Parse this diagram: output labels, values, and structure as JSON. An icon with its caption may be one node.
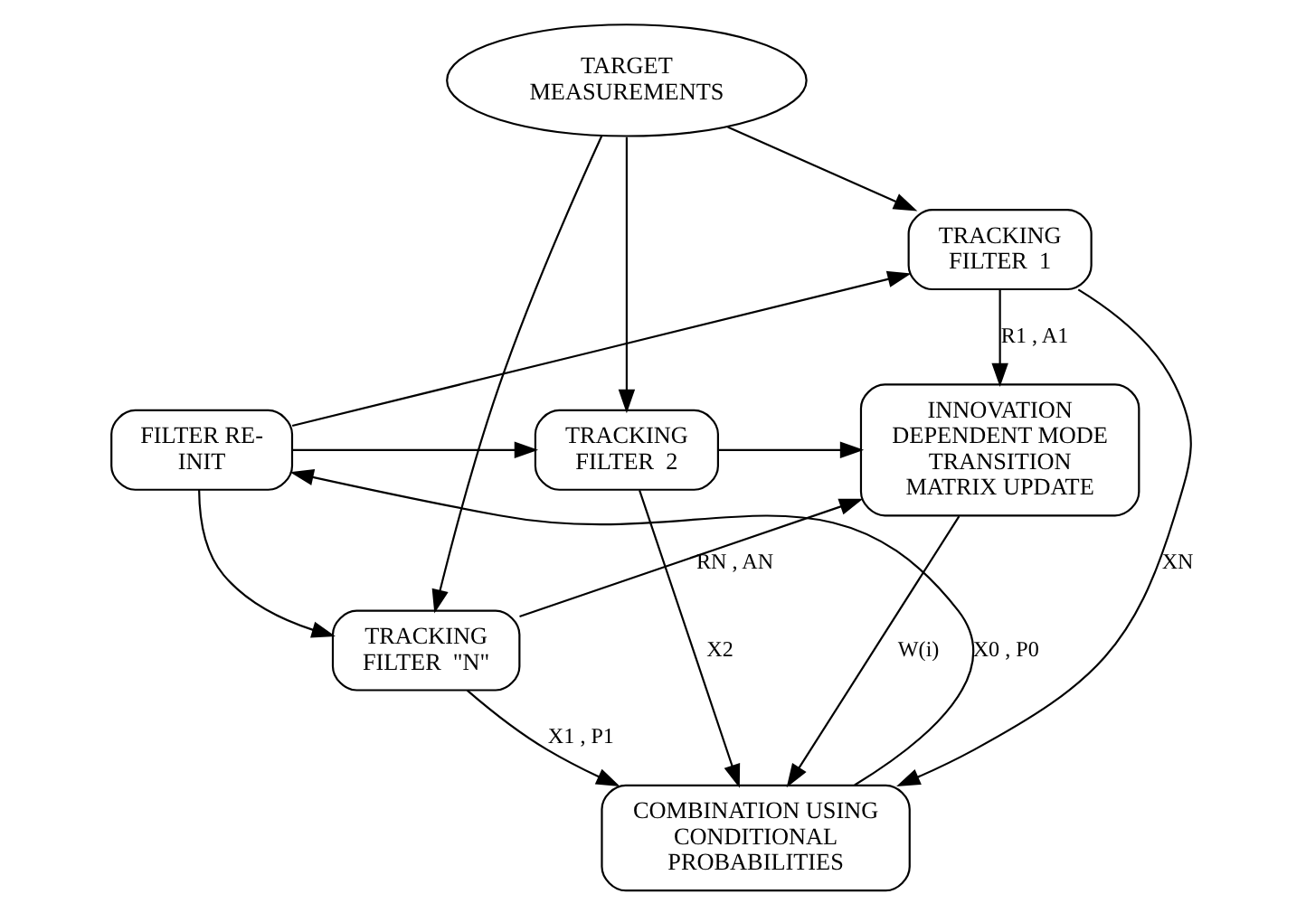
{
  "diagram": {
    "nodes": [
      {
        "text": [
          "TARGET MEASUREMENTS"
        ]
      },
      {
        "text": [
          "TRACKING FILTER  1"
        ]
      },
      {
        "text": [
          "FILTER RE-INIT"
        ]
      },
      {
        "text": [
          "TRACKING FILTER  2"
        ]
      },
      {
        "text": [
          "INNOVATION DEPENDENT MODE TRANSITION MATRIX UPDATE"
        ]
      },
      {
        "text": [
          "TRACKING FILTER  \"N\""
        ]
      },
      {
        "text": [
          "COMBINATION USING CONDITIONAL PROBABILITIES"
        ]
      }
    ],
    "edges": [
      {
        "from": 0,
        "to": 1,
        "arrow": "to"
      },
      {
        "from": 0,
        "to": 3,
        "arrow": "to"
      },
      {
        "from": 0,
        "to": 5,
        "arrow": "to"
      },
      {
        "from": 2,
        "to": 1,
        "arrow": "to"
      },
      {
        "from": 2,
        "to": 3,
        "arrow": "to"
      },
      {
        "from": 2,
        "to": 5,
        "arrow": "to"
      },
      {
        "from": 1,
        "to": 4,
        "arrow": "to",
        "label": "R1 , A1"
      },
      {
        "from": 3,
        "to": 4,
        "arrow": "to"
      },
      {
        "from": 5,
        "to": 4,
        "arrow": "to",
        "label": "RN , AN"
      },
      {
        "from": 5,
        "to": 6,
        "arrow": "to",
        "label": "X1 , P1"
      },
      {
        "from": 3,
        "to": 6,
        "arrow": "to",
        "label": "X2"
      },
      {
        "from": 1,
        "to": 6,
        "arrow": "to",
        "label": "XN"
      },
      {
        "from": 6,
        "to": 2,
        "arrow": "to",
        "label": "X0 , P0"
      },
      {
        "from": 4,
        "to": 6,
        "arrow": "to",
        "label": "W(i)"
      }
    ]
  }
}
